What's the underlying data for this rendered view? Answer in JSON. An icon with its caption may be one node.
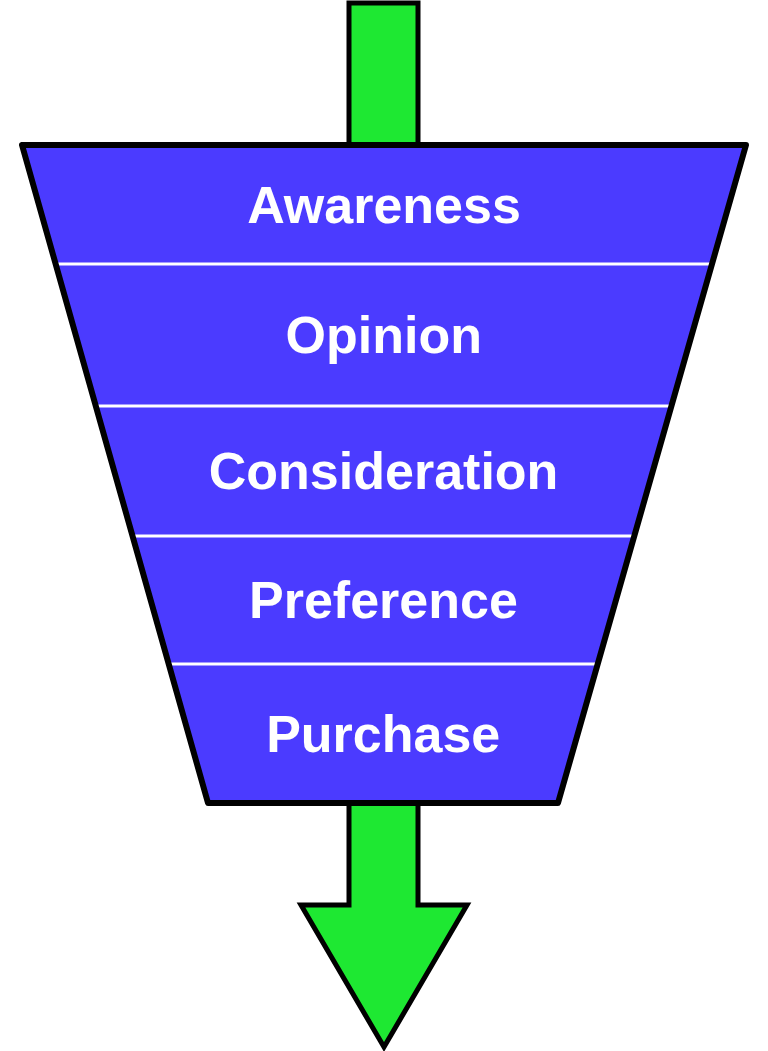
{
  "diagram": {
    "nodes": [
      {
        "text": [
          "Awareness"
        ]
      },
      {
        "text": [
          "Opinion"
        ]
      },
      {
        "text": [
          "Consideration"
        ]
      },
      {
        "text": [
          "Preference"
        ]
      },
      {
        "text": [
          "Purchase"
        ]
      }
    ]
  }
}
